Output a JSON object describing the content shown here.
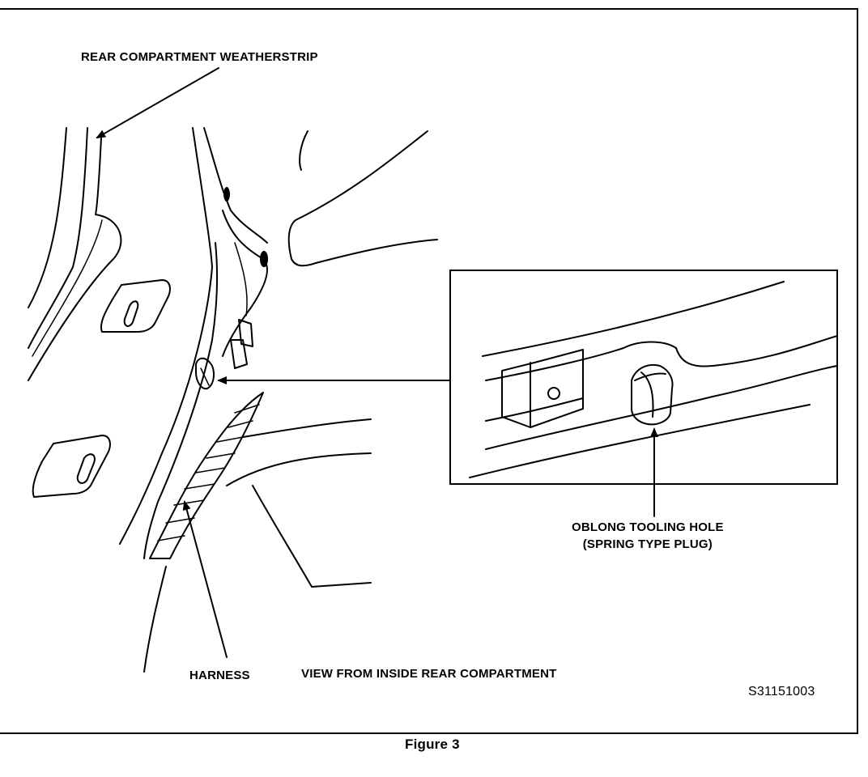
{
  "labels": {
    "weatherstrip": "REAR COMPARTMENT WEATHERSTRIP",
    "oblong_line1": "OBLONG TOOLING HOLE",
    "oblong_line2": "(SPRING TYPE PLUG)",
    "harness": "HARNESS",
    "view": "VIEW FROM INSIDE REAR COMPARTMENT",
    "code": "S31151003",
    "figure": "Figure 3"
  }
}
